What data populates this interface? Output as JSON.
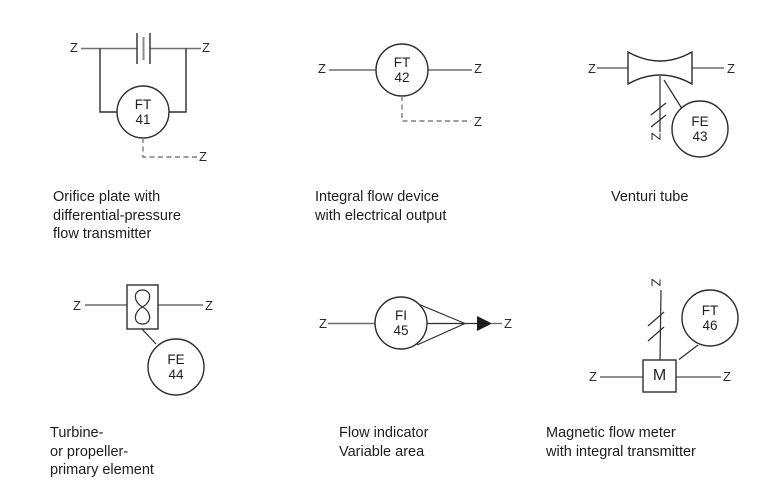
{
  "colors": {
    "ink": "#2d2d2d",
    "pipe_gray": "#6f6f6f",
    "dash_gray": "#7d7d7d",
    "text": "#1d1d1f"
  },
  "labels": {
    "pipe_end": "Z"
  },
  "symbols": [
    {
      "tag": {
        "line1": "FT",
        "line2": "41"
      },
      "caption": [
        "Orifice plate with",
        "differential-pressure",
        "flow transmitter"
      ]
    },
    {
      "tag": {
        "line1": "FT",
        "line2": "42"
      },
      "caption": [
        "Integral flow device",
        "with electrical output"
      ]
    },
    {
      "tag": {
        "line1": "FE",
        "line2": "43"
      },
      "caption": [
        "Venturi tube"
      ]
    },
    {
      "tag": {
        "line1": "FE",
        "line2": "44"
      },
      "caption": [
        "Turbine-",
        "or propeller-",
        "primary element"
      ]
    },
    {
      "tag": {
        "line1": "FI",
        "line2": "45"
      },
      "caption": [
        "Flow indicator",
        "Variable area"
      ]
    },
    {
      "tag": {
        "line1": "FT",
        "line2": "46"
      },
      "caption": [
        "Magnetic flow meter",
        "with integral transmitter"
      ],
      "meter_label": "M"
    }
  ]
}
